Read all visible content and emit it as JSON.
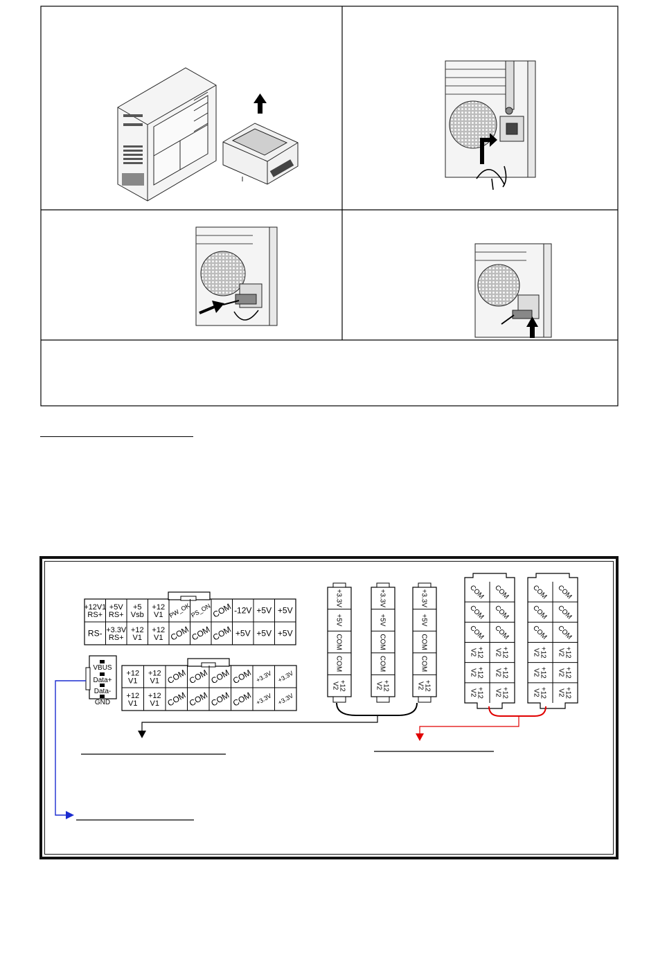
{
  "main_connector_24pin": {
    "top_row": [
      [
        "+12V1",
        "RS+"
      ],
      [
        "+5V",
        "RS+"
      ],
      [
        "+5",
        "Vsb"
      ],
      [
        "+12",
        "V1"
      ],
      [
        "PW_OK"
      ],
      [
        "PS_ON"
      ],
      [
        "COM"
      ],
      [
        "-12V"
      ],
      [
        "+5V"
      ],
      [
        "+5V"
      ]
    ],
    "bottom_row": [
      [
        "RS-"
      ],
      [
        "+3.3V",
        "RS+"
      ],
      [
        "+12",
        "V1"
      ],
      [
        "+12",
        "V1"
      ],
      [
        "COM"
      ],
      [
        "COM"
      ],
      [
        "COM"
      ],
      [
        "+5V"
      ],
      [
        "+5V"
      ],
      [
        "+5V"
      ]
    ]
  },
  "usb_connector": {
    "pins": [
      "VBUS",
      "Data+",
      "Data-",
      "GND"
    ]
  },
  "connector_16pin": {
    "top_row": [
      [
        "+12",
        "V1"
      ],
      [
        "+12",
        "V1"
      ],
      [
        "COM"
      ],
      [
        "COM"
      ],
      [
        "COM"
      ],
      [
        "COM"
      ],
      [
        "+3.3V"
      ],
      [
        "+3.3V"
      ]
    ],
    "bottom_row": [
      [
        "+12",
        "V1"
      ],
      [
        "+12",
        "V1"
      ],
      [
        "COM"
      ],
      [
        "COM"
      ],
      [
        "COM"
      ],
      [
        "COM"
      ],
      [
        "+3.3V"
      ],
      [
        "+3.3V"
      ]
    ]
  },
  "peripheral_connectors": {
    "pins": [
      "+3.3V",
      "+5V",
      "COM",
      "COM",
      "+12 V2"
    ]
  },
  "eps_connectors": {
    "left_col": [
      "COM",
      "COM",
      "COM",
      "+12 V2",
      "+12 V2",
      "+12 V2"
    ],
    "right_col": [
      "COM",
      "COM",
      "COM",
      "+12 V2",
      "+12 V2",
      "+12 V2"
    ]
  },
  "colors": {
    "black_arrow": "#000000",
    "red_arrow": "#e00000",
    "blue_arrow": "#1a2bd0"
  }
}
